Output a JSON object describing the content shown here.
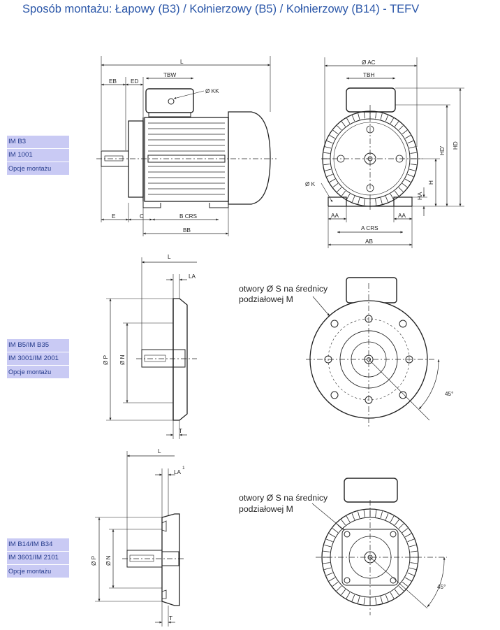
{
  "title": "Sposób montażu: Łapowy (B3) / Kołnierzowy (B5) / Kołnierzowy (B14) - TEFV",
  "colors": {
    "title": "#2a56a8",
    "panel_bg": "#c9caf4",
    "panel_text": "#243a8a",
    "drawing": "#222222"
  },
  "panels": [
    {
      "line1": "IM B3",
      "line2": "IM 1001",
      "option": "Opcje montażu"
    },
    {
      "line1": "IM B5/IM B35",
      "line2": "IM 3001/IM 2001",
      "option": "Opcje montażu"
    },
    {
      "line1": "IM B14/IM B34",
      "line2": "IM 3601/IM 2101",
      "option": "Opcje montażu"
    }
  ],
  "b3": {
    "side": {
      "L": "L",
      "EB": "EB",
      "ED": "ED",
      "TBW": "TBW",
      "KK": "Ø KK",
      "E": "E",
      "C": "C",
      "BCRS": "B CRS",
      "BB": "BB"
    },
    "front": {
      "AC": "Ø AC",
      "TBH": "TBH",
      "HDp": "HD'",
      "HD": "HD",
      "H": "H",
      "HA": "HA",
      "K": "Ø K",
      "AA1": "AA",
      "AA2": "AA",
      "ACRS": "A CRS",
      "AB": "AB"
    }
  },
  "b5": {
    "side": {
      "L": "L",
      "LA": "LA",
      "P": "Ø P",
      "N": "Ø N",
      "T": "T"
    },
    "front": {
      "note1": "otwory Ø S na średnicy",
      "note2": "podziałowej M",
      "angle": "45°"
    }
  },
  "b14": {
    "side": {
      "L": "L",
      "LA": "LA",
      "sup": "1",
      "P": "Ø P",
      "N": "Ø N",
      "T": "T"
    },
    "front": {
      "note1": "otwory Ø S na średnicy",
      "note2": "podziałowej M",
      "angle": "45°"
    }
  }
}
